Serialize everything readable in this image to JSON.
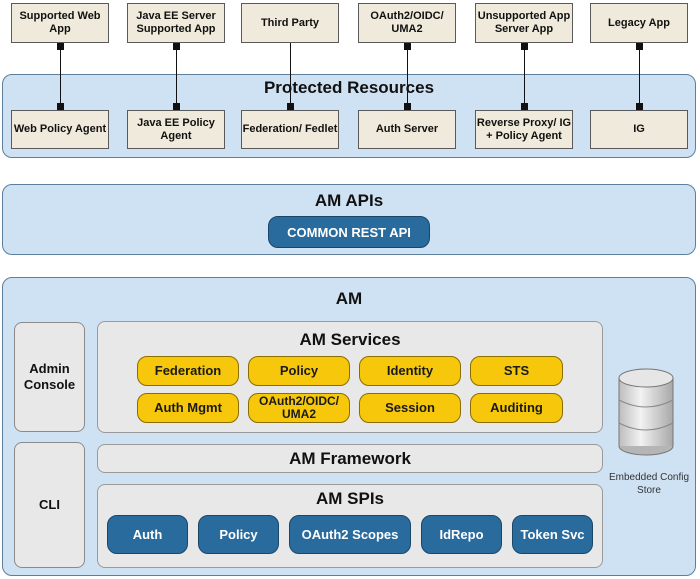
{
  "top_apps": [
    {
      "label": "Supported Web App"
    },
    {
      "label": "Java EE Server Supported App"
    },
    {
      "label": "Third Party"
    },
    {
      "label": "OAuth2/OIDC/ UMA2"
    },
    {
      "label": "Unsupported App Server App"
    },
    {
      "label": "Legacy App"
    }
  ],
  "protected": {
    "title": "Protected Resources",
    "agents": [
      {
        "label": "Web Policy Agent"
      },
      {
        "label": "Java EE Policy Agent"
      },
      {
        "label": "Federation/ Fedlet"
      },
      {
        "label": "Auth Server"
      },
      {
        "label": "Reverse Proxy/ IG + Policy Agent"
      },
      {
        "label": "IG"
      }
    ]
  },
  "apis": {
    "title": "AM APIs",
    "rest_label": "COMMON REST API"
  },
  "am": {
    "title": "AM",
    "admin_console": "Admin Console",
    "cli": "CLI",
    "services": {
      "title": "AM Services",
      "items": [
        {
          "label": "Federation"
        },
        {
          "label": "Policy"
        },
        {
          "label": "Identity"
        },
        {
          "label": "STS"
        },
        {
          "label": "Auth Mgmt"
        },
        {
          "label": "OAuth2/OIDC/ UMA2"
        },
        {
          "label": "Session"
        },
        {
          "label": "Auditing"
        }
      ]
    },
    "framework": {
      "title": "AM Framework"
    },
    "spis": {
      "title": "AM SPIs",
      "items": [
        {
          "label": "Auth"
        },
        {
          "label": "Policy"
        },
        {
          "label": "OAuth2 Scopes"
        },
        {
          "label": "IdRepo"
        },
        {
          "label": "Token Svc"
        }
      ]
    },
    "config_store": {
      "label": "Embedded Config Store",
      "icon": "database-icon"
    }
  },
  "colors": {
    "panel_fill": "#cfe2f3",
    "service_pill": "#f6c70a",
    "spi_pill": "#2a6b9e",
    "app_box": "#efeadb"
  }
}
